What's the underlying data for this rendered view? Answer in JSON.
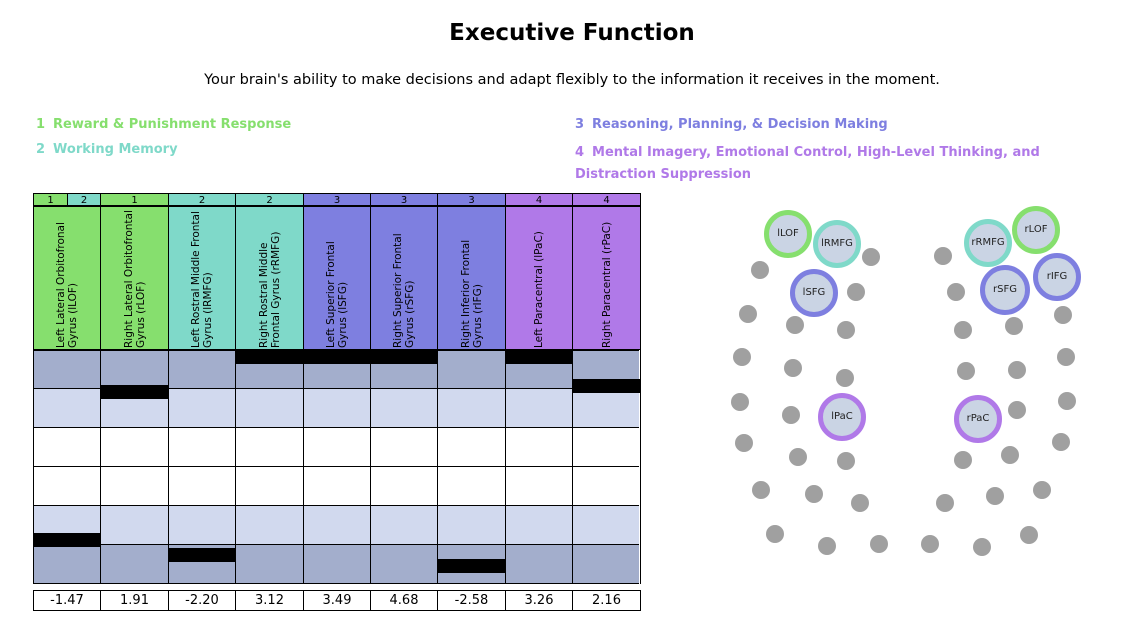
{
  "title": "Executive Function",
  "subtitle": "Your brain's ability to make decisions and adapt flexibly to the information it receives in the moment.",
  "categories": [
    {
      "num": "1",
      "label": "Reward & Punishment Response",
      "color": "#86df6e"
    },
    {
      "num": "2",
      "label": "Working Memory",
      "color": "#7fd9c9"
    },
    {
      "num": "3",
      "label": "Reasoning, Planning, & Decision Making",
      "color": "#7e7fe0"
    },
    {
      "num": "4",
      "label": "Mental Imagery, Emotional Control, High-Level Thinking, and Distraction Suppression",
      "color": "#b079e8"
    }
  ],
  "columns": [
    {
      "tags": [
        "1",
        "2"
      ],
      "label": "Left Lateral Orbitofronal Gyrus (lLOF)",
      "score": "-1.47",
      "level": 0.17
    },
    {
      "tags": [
        "1"
      ],
      "label": "Right Lateral Orbitofrontal Gyrus (rLOF)",
      "score": "1.91",
      "level": 0.84
    },
    {
      "tags": [
        "2"
      ],
      "label": "Left Rostral Middle Frontal Gyrus (lRMFG)",
      "score": "-2.20",
      "level": 0.1
    },
    {
      "tags": [
        "2"
      ],
      "label": "Right Rostral Middle Frontal Gyrus (rRMFG)",
      "score": "3.12",
      "level": 1.0
    },
    {
      "tags": [
        "3"
      ],
      "label": "Left Superior Frontal Gyrus (lSFG)",
      "score": "3.49",
      "level": 1.0
    },
    {
      "tags": [
        "3"
      ],
      "label": "Right Superior Frontal Gyrus (rSFG)",
      "score": "4.68",
      "level": 1.0
    },
    {
      "tags": [
        "3"
      ],
      "label": "Right Inferior Frontal Gyrus (rIFG)",
      "score": "-2.58",
      "level": 0.05
    },
    {
      "tags": [
        "4"
      ],
      "label": "Left Paracentral (lPaC)",
      "score": "3.26",
      "level": 1.0
    },
    {
      "tags": [
        "4"
      ],
      "label": "Right Paracentral (rPaC)",
      "score": "2.16",
      "level": 0.87
    }
  ],
  "regions": [
    {
      "name": "lLOF",
      "ring": "#86df6e"
    },
    {
      "name": "lRMFG",
      "ring": "#7fd9c9"
    },
    {
      "name": "lSFG",
      "ring": "#7e7fe0"
    },
    {
      "name": "lPaC",
      "ring": "#b079e8"
    },
    {
      "name": "rLOF",
      "ring": "#86df6e"
    },
    {
      "name": "rRMFG",
      "ring": "#7fd9c9"
    },
    {
      "name": "rIFG",
      "ring": "#7e7fe0"
    },
    {
      "name": "rSFG",
      "ring": "#7e7fe0"
    },
    {
      "name": "rPaC",
      "ring": "#b079e8"
    }
  ],
  "colors": {
    "row_dark": "#a3aecc",
    "row_light": "#d1d9ee",
    "row_white": "#ffffff",
    "dot": "#a0a0a0"
  }
}
